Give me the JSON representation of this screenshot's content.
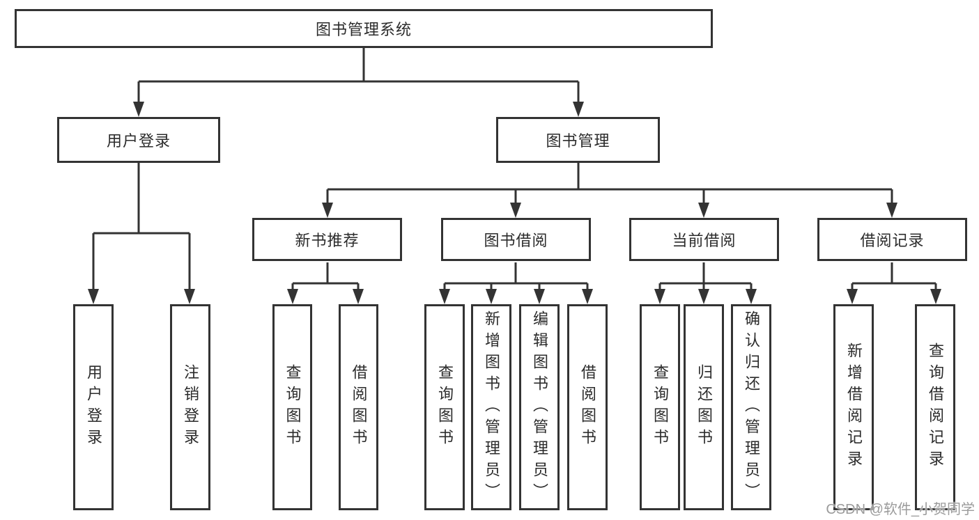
{
  "diagram": {
    "root": {
      "label": "图书管理系统"
    },
    "branches": [
      {
        "label": "用户登录",
        "children": [
          {
            "label": "用户登录"
          },
          {
            "label": "注销登录"
          }
        ]
      },
      {
        "label": "图书管理",
        "groups": [
          {
            "label": "新书推荐",
            "children": [
              {
                "label": "查询图书"
              },
              {
                "label": "借阅图书"
              }
            ]
          },
          {
            "label": "图书借阅",
            "children": [
              {
                "label": "查询图书"
              },
              {
                "label": "新增图书（管理员）"
              },
              {
                "label": "编辑图书（管理员）"
              },
              {
                "label": "借阅图书"
              }
            ]
          },
          {
            "label": "当前借阅",
            "children": [
              {
                "label": "查询图书"
              },
              {
                "label": "归还图书"
              },
              {
                "label": "确认归还（管理员）"
              }
            ]
          },
          {
            "label": "借阅记录",
            "children": [
              {
                "label": "新增借阅记录"
              },
              {
                "label": "查询借阅记录"
              }
            ]
          }
        ]
      }
    ]
  },
  "watermark": {
    "text": "CSDN @软件_小贺同学"
  },
  "colors": {
    "line": "#333333",
    "box_border": "#333333",
    "text": "#2b2b2b",
    "watermark": "#9b9b9b",
    "background": "#ffffff"
  }
}
